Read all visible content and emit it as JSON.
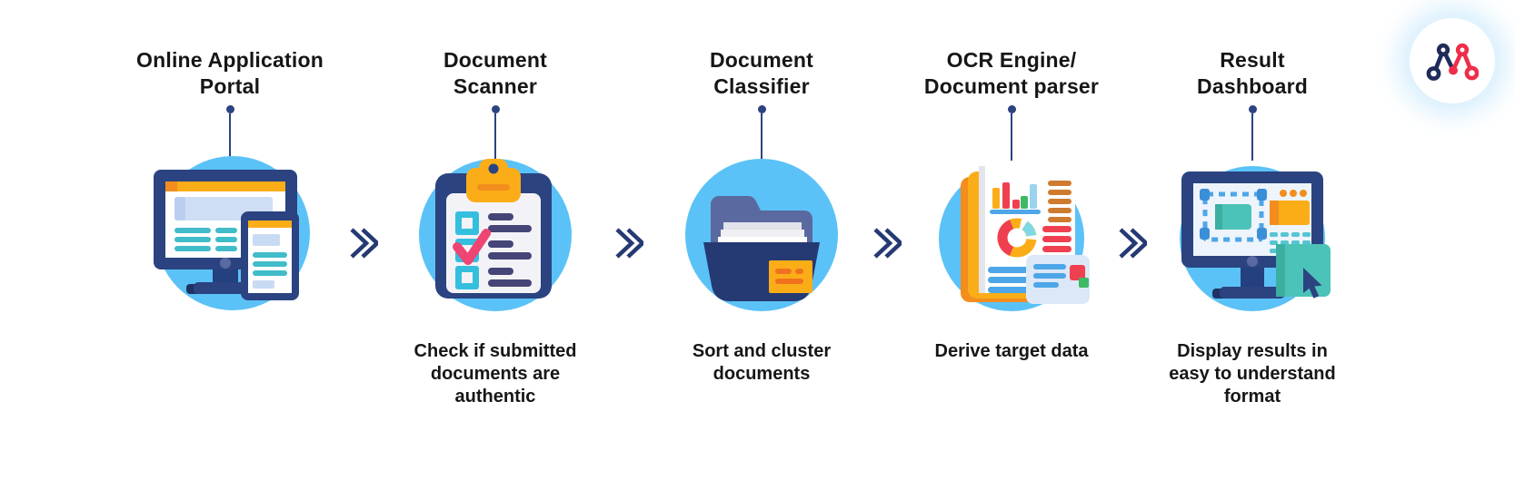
{
  "figure": {
    "type": "process-flow-infographic",
    "background": "#FFFFFF",
    "step_count": 5
  },
  "palette": {
    "sky_circle": "#5BC2F7",
    "navy": "#2B4380",
    "navy_dark": "#253A73",
    "navy_deep": "#1E3263",
    "slate": "#5A69A0",
    "orange": "#FBAD18",
    "orange_dark": "#F28D1E",
    "orange_line": "#F2711E",
    "brown_orange": "#CE7B30",
    "cyan": "#35BFDF",
    "teal": "#41BCC9",
    "teal_card": "#4CC3B8",
    "teal_dark": "#3AAFA2",
    "pink": "#EF4573",
    "red": "#EF4050",
    "green": "#3EB965",
    "blue": "#4DA6E8",
    "blue_dark": "#3B8FD9",
    "periwinkle": "#C9DAF3",
    "paper": "#F3F3F7",
    "screen": "#EEF4FB",
    "ink_lines": "#454577",
    "chevron": "#253A73",
    "text": "#161616",
    "logo_navy": "#1F2B5B",
    "logo_red": "#EE2E4A"
  },
  "steps": [
    {
      "title_lines": [
        "Online Application",
        "Portal"
      ],
      "caption_lines": [],
      "icon": "monitor-tablet-icon"
    },
    {
      "title_lines": [
        "Document",
        "Scanner"
      ],
      "caption_lines": [
        "Check if submitted",
        "documents are",
        "authentic"
      ],
      "icon": "clipboard-checklist-icon"
    },
    {
      "title_lines": [
        "Document",
        "Classifier"
      ],
      "caption_lines": [
        "Sort and cluster",
        "documents"
      ],
      "icon": "folder-documents-icon"
    },
    {
      "title_lines": [
        "OCR Engine/",
        "Document parser"
      ],
      "caption_lines": [
        "Derive target data"
      ],
      "icon": "ocr-report-icon"
    },
    {
      "title_lines": [
        "Result",
        "Dashboard"
      ],
      "caption_lines": [
        "Display results in",
        "easy to understand",
        "format"
      ],
      "icon": "dashboard-monitor-icon"
    }
  ],
  "separators": [
    {
      "icon": "double-chevron-icon"
    },
    {
      "icon": "double-chevron-icon"
    },
    {
      "icon": "double-chevron-icon"
    },
    {
      "icon": "double-chevron-icon"
    }
  ],
  "brand": {
    "logo": "molecule-m-logo"
  }
}
